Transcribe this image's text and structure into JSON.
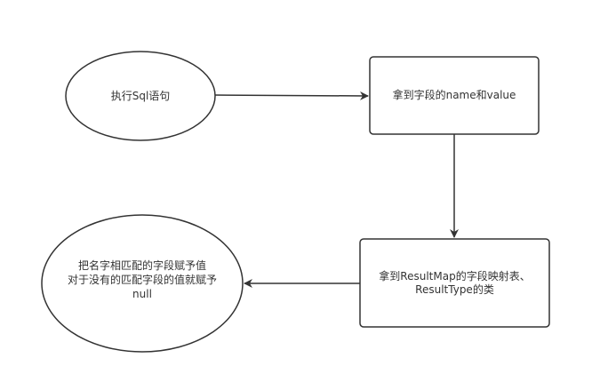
{
  "diagram": {
    "colors": {
      "stroke": "#333333",
      "fill": "#ffffff",
      "text": "#333333"
    },
    "nodes": {
      "exec_sql": {
        "shape": "ellipse",
        "label": "执行Sql语句"
      },
      "get_fields": {
        "shape": "rectangle",
        "label": "拿到字段的name和value"
      },
      "get_resultmap": {
        "shape": "rectangle",
        "label": "拿到ResultMap的字段映射表、\nResultType的类"
      },
      "assign_fields": {
        "shape": "ellipse",
        "label": "把名字相匹配的字段赋予值\n对于没有的匹配字段的值就赋予\nnull"
      }
    },
    "edges": [
      {
        "from": "exec_sql",
        "to": "get_fields"
      },
      {
        "from": "get_fields",
        "to": "get_resultmap"
      },
      {
        "from": "get_resultmap",
        "to": "assign_fields"
      }
    ]
  }
}
